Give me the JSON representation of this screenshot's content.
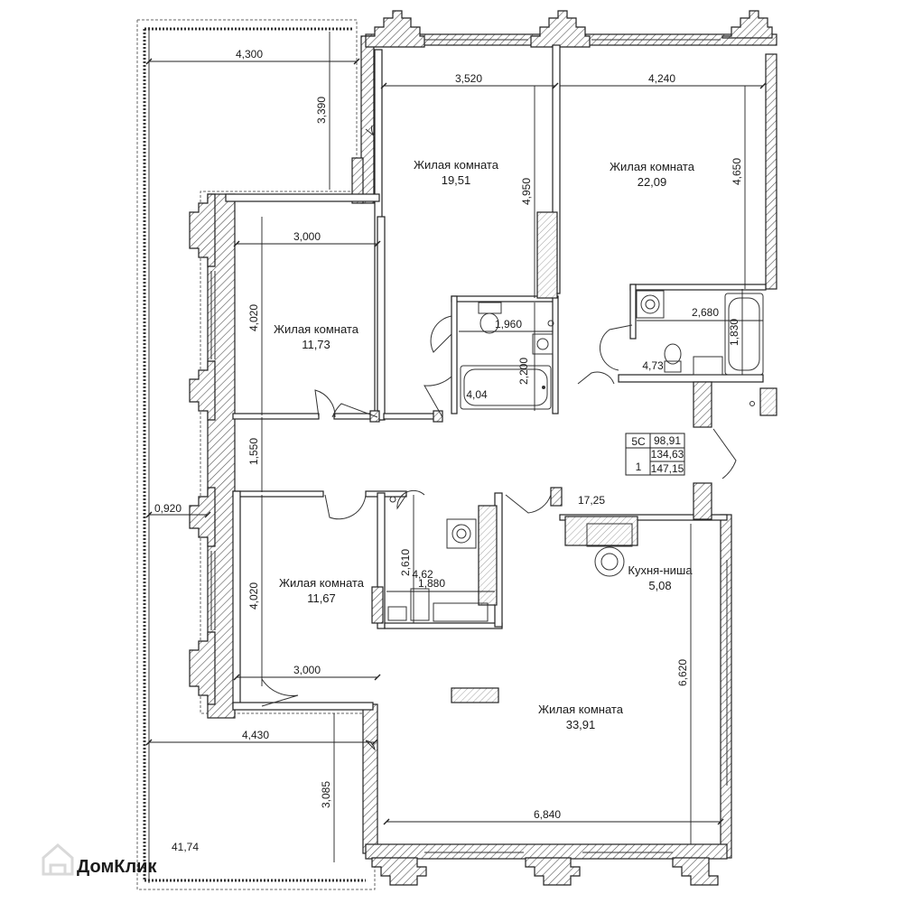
{
  "rooms": [
    {
      "name": "Жилая комната",
      "area": "19,51"
    },
    {
      "name": "Жилая комната",
      "area": "22,09"
    },
    {
      "name": "Жилая комната",
      "area": "11,73"
    },
    {
      "name": "Жилая комната",
      "area": "11,67"
    },
    {
      "name": "Жилая комната",
      "area": "33,91"
    },
    {
      "name": "Кухня-ниша",
      "area": "5,08"
    }
  ],
  "areas": {
    "bath_1": "4,04",
    "bath_2": "4,73",
    "bath_3": "4,62",
    "hall": "17,25",
    "terrace": "41,74"
  },
  "dimensions": {
    "terrace_top_width": "4,300",
    "terrace_top_depth": "3,390",
    "room1_width": "3,520",
    "room2_width": "4,240",
    "room1_depth": "4,950",
    "room2_depth": "4,650",
    "room3_width": "3,000",
    "room3_depth": "4,020",
    "bath1_width": "1,960",
    "bath1_depth": "2,200",
    "bath2_width": "2,680",
    "bath2_depth": "1,830",
    "corridor_width": "1,550",
    "terrace_side": "0,920",
    "room4_depth": "4,020",
    "room4_width": "3,000",
    "bath3_depth": "2,610",
    "bath3_width": "1,880",
    "terrace_bottom_width": "4,430",
    "terrace_bottom_depth": "3,085",
    "living_depth": "6,620",
    "living_width": "6,840"
  },
  "apartment_tag": {
    "type": "5С",
    "floor": "1",
    "living_area": "98,91",
    "total_area": "134,63",
    "total_with_terrace": "147,15"
  },
  "watermark": "ДомКлик"
}
